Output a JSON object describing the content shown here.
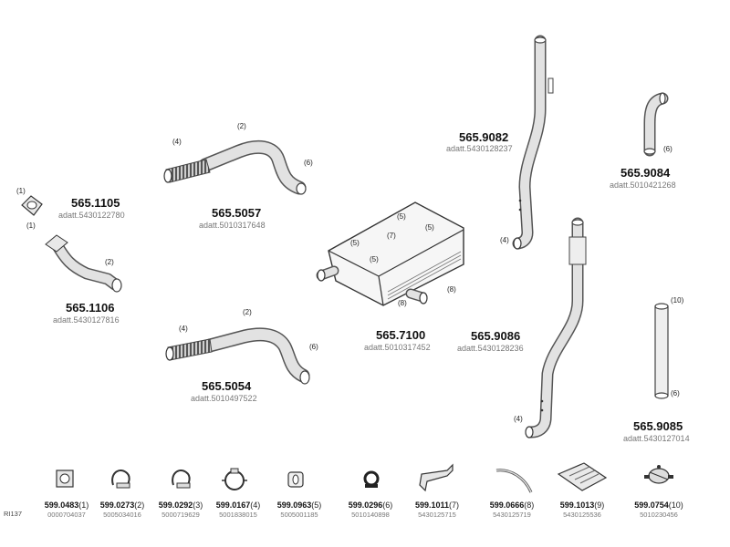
{
  "parts": [
    {
      "id": "p1105",
      "number": "565.1105",
      "sub": "adatt.5430122780"
    },
    {
      "id": "p1106",
      "number": "565.1106",
      "sub": "adatt.5430127816"
    },
    {
      "id": "p5057",
      "number": "565.5057",
      "sub": "adatt.5010317648"
    },
    {
      "id": "p5054",
      "number": "565.5054",
      "sub": "adatt.5010497522"
    },
    {
      "id": "p7100",
      "number": "565.7100",
      "sub": "adatt.5010317452"
    },
    {
      "id": "p9082",
      "number": "565.9082",
      "sub": "adatt.5430128237"
    },
    {
      "id": "p9084",
      "number": "565.9084",
      "sub": "adatt.5010421268"
    },
    {
      "id": "p9086",
      "number": "565.9086",
      "sub": "adatt.5430128236"
    },
    {
      "id": "p9085",
      "number": "565.9085",
      "sub": "adatt.5430127014"
    }
  ],
  "callouts": {
    "c1105a": "(1)",
    "c1105b": "(1)",
    "c1106": "(2)",
    "c5057a": "(4)",
    "c5057b": "(2)",
    "c5057c": "(6)",
    "c5054a": "(4)",
    "c5054b": "(2)",
    "c5054c": "(6)",
    "c7100a": "(5)",
    "c7100b": "(5)",
    "c7100c": "(7)",
    "c7100d": "(5)",
    "c7100e": "(5)",
    "c7100f": "(8)",
    "c7100g": "(8)",
    "c9082": "(4)",
    "c9084": "(6)",
    "c9086": "(4)",
    "c9085a": "(10)",
    "c9085b": "(6)"
  },
  "accessories": [
    {
      "number": "599.0483",
      "qty": "(1)",
      "sub": "0000704037",
      "icon": "flange-gasket-icon"
    },
    {
      "number": "599.0273",
      "qty": "(2)",
      "sub": "5005034016",
      "icon": "clamp-icon"
    },
    {
      "number": "599.0292",
      "qty": "(3)",
      "sub": "5000719629",
      "icon": "clamp-icon"
    },
    {
      "number": "599.0167",
      "qty": "(4)",
      "sub": "5001838015",
      "icon": "band-clamp-icon"
    },
    {
      "number": "599.0963",
      "qty": "(5)",
      "sub": "5005001185",
      "icon": "rubber-mount-icon"
    },
    {
      "number": "599.0296",
      "qty": "(6)",
      "sub": "5010140898",
      "icon": "clamp-icon"
    },
    {
      "number": "599.1011",
      "qty": "(7)",
      "sub": "5430125715",
      "icon": "bracket-icon"
    },
    {
      "number": "599.0666",
      "qty": "(8)",
      "sub": "5430125719",
      "icon": "strap-icon"
    },
    {
      "number": "599.1013",
      "qty": "(9)",
      "sub": "5430125536",
      "icon": "heat-shield-icon"
    },
    {
      "number": "599.0754",
      "qty": "(10)",
      "sub": "5010230456",
      "icon": "rain-cap-icon"
    }
  ],
  "footer": {
    "code": "RI137"
  }
}
